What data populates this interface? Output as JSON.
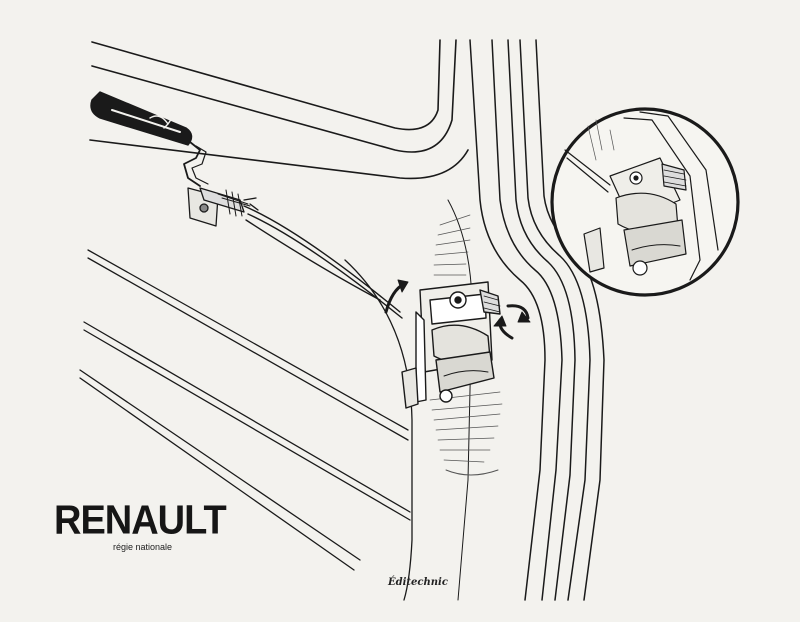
{
  "brand": {
    "name": "RENAULT",
    "subtitle": "régie nationale"
  },
  "signature": "Éditechnic",
  "colors": {
    "paper": "#f3f2ee",
    "ink": "#1a1a1a"
  }
}
